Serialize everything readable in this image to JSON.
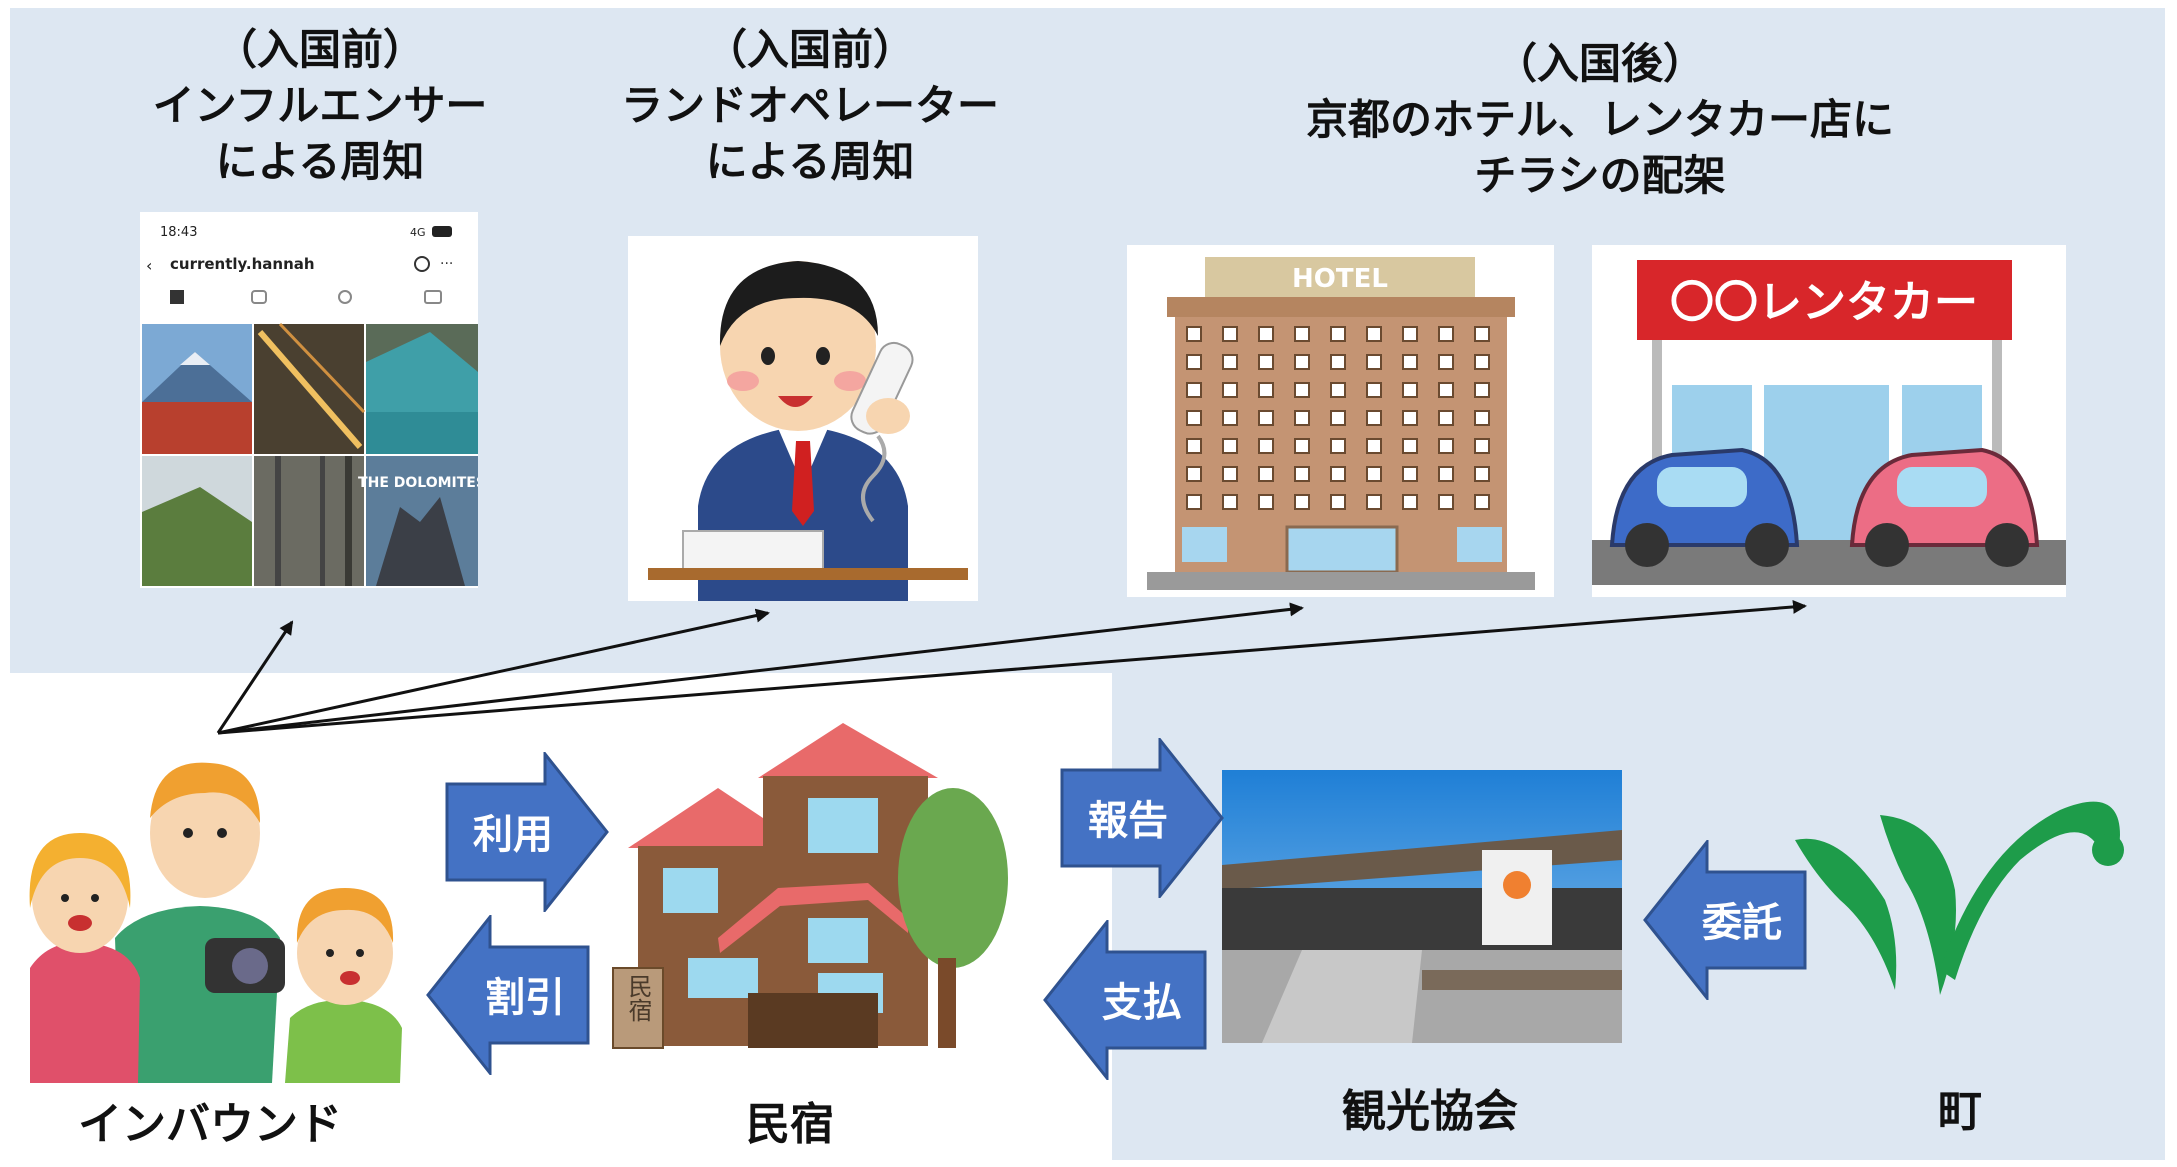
{
  "headings": {
    "influencer": {
      "line1": "（入国前）",
      "line2": "インフルエンサー",
      "line3": "による周知"
    },
    "operator": {
      "line1": "（入国前）",
      "line2": "ランドオペレーター",
      "line3": "による周知"
    },
    "after": {
      "line1": "（入国後）",
      "line2": "京都のホテル、レンタカー店に",
      "line3": "チラシの配架"
    }
  },
  "phone_screen": {
    "time": "18:43",
    "signal": "4G",
    "username": "currently.hannah",
    "tile_text": "THE DOLOMITES"
  },
  "hotel_sign": "HOTEL",
  "rental_sign": "〇〇レンタカー",
  "minshuku_sign": "民宿",
  "arrows": {
    "use": "利用",
    "discount": "割引",
    "report": "報告",
    "pay": "支払",
    "entrust": "委託"
  },
  "labels": {
    "inbound": "インバウンド",
    "minshuku": "民宿",
    "tourism": "観光協会",
    "town": "町"
  },
  "colors": {
    "panel_bg": "#dde7f2",
    "arrow_fill": "#4472c4",
    "arrow_stroke": "#2f528f",
    "town_green": "#1e9c4a"
  }
}
